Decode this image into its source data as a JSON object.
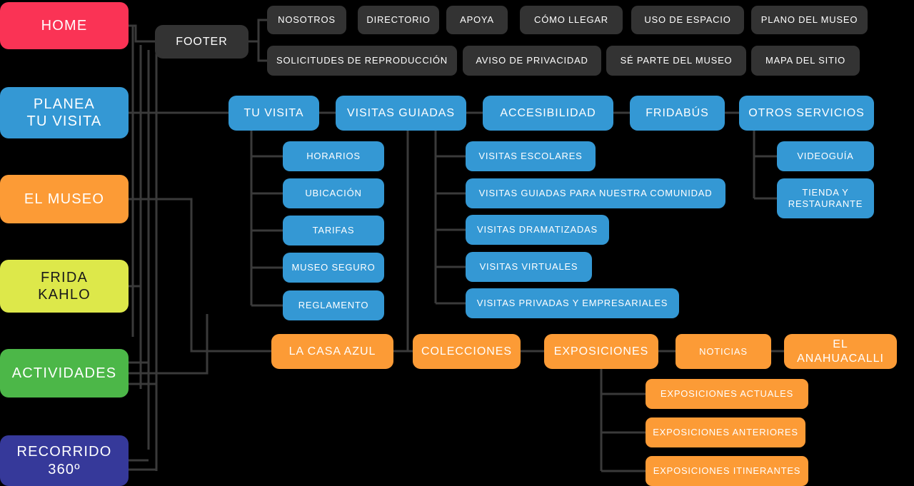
{
  "diagram": {
    "title": "Sitemap - Museo Frida Kahlo",
    "type": "sitemap-tree",
    "background": "#000000",
    "connector_color": "#3a3a3a",
    "palette": {
      "pink": "#fa3355",
      "blue": "#3498d4",
      "orange": "#fc9b36",
      "yellow": "#dde84a",
      "green": "#4cb748",
      "navy": "#36399a",
      "dark": "#333333"
    }
  },
  "primary": [
    {
      "id": "home",
      "label": "HOME",
      "color": "pink"
    },
    {
      "id": "planea",
      "label": "PLANEA\nTU VISITA",
      "color": "blue"
    },
    {
      "id": "elmuseo",
      "label": "EL MUSEO",
      "color": "orange"
    },
    {
      "id": "frida",
      "label": "FRIDA\nKAHLO",
      "color": "yellow"
    },
    {
      "id": "actividades",
      "label": "ACTIVIDADES",
      "color": "green"
    },
    {
      "id": "recorrido",
      "label": "RECORRIDO\n360º",
      "color": "navy"
    }
  ],
  "footer": {
    "label": "FOOTER",
    "items": [
      {
        "label": "NOSOTROS"
      },
      {
        "label": "DIRECTORIO"
      },
      {
        "label": "APOYA"
      },
      {
        "label": "CÓMO LLEGAR"
      },
      {
        "label": "USO DE ESPACIO"
      },
      {
        "label": "PLANO DEL MUSEO"
      },
      {
        "label": "SOLICITUDES DE REPRODUCCIÓN"
      },
      {
        "label": "AVISO DE PRIVACIDAD"
      },
      {
        "label": "SÉ PARTE DEL MUSEO"
      },
      {
        "label": "MAPA DEL SITIO"
      }
    ]
  },
  "planea_row": [
    {
      "label": "TU VISITA"
    },
    {
      "label": "VISITAS GUIADAS"
    },
    {
      "label": "ACCESIBILIDAD"
    },
    {
      "label": "FRIDABÚS"
    },
    {
      "label": "OTROS SERVICIOS"
    }
  ],
  "tu_visita_children": [
    {
      "label": "HORARIOS"
    },
    {
      "label": "UBICACIÓN"
    },
    {
      "label": "TARIFAS"
    },
    {
      "label": "MUSEO SEGURO"
    },
    {
      "label": "REGLAMENTO"
    }
  ],
  "visitas_guiadas_children": [
    {
      "label": "VISITAS ESCOLARES"
    },
    {
      "label": "VISITAS GUIADAS PARA NUESTRA COMUNIDAD"
    },
    {
      "label": "VISITAS DRAMATIZADAS"
    },
    {
      "label": "VISITAS VIRTUALES"
    },
    {
      "label": "VISITAS PRIVADAS Y EMPRESARIALES"
    }
  ],
  "otros_servicios_children": [
    {
      "label": "VIDEOGUÍA"
    },
    {
      "label": "TIENDA Y\nRESTAURANTE"
    }
  ],
  "museo_row": [
    {
      "label": "LA CASA AZUL"
    },
    {
      "label": "COLECCIONES"
    },
    {
      "label": "EXPOSICIONES"
    },
    {
      "label": "NOTICIAS"
    },
    {
      "label": "EL ANAHUACALLI"
    }
  ],
  "exposiciones_children": [
    {
      "label": "EXPOSICIONES ACTUALES"
    },
    {
      "label": "EXPOSICIONES ANTERIORES"
    },
    {
      "label": "EXPOSICIONES ITINERANTES"
    }
  ]
}
